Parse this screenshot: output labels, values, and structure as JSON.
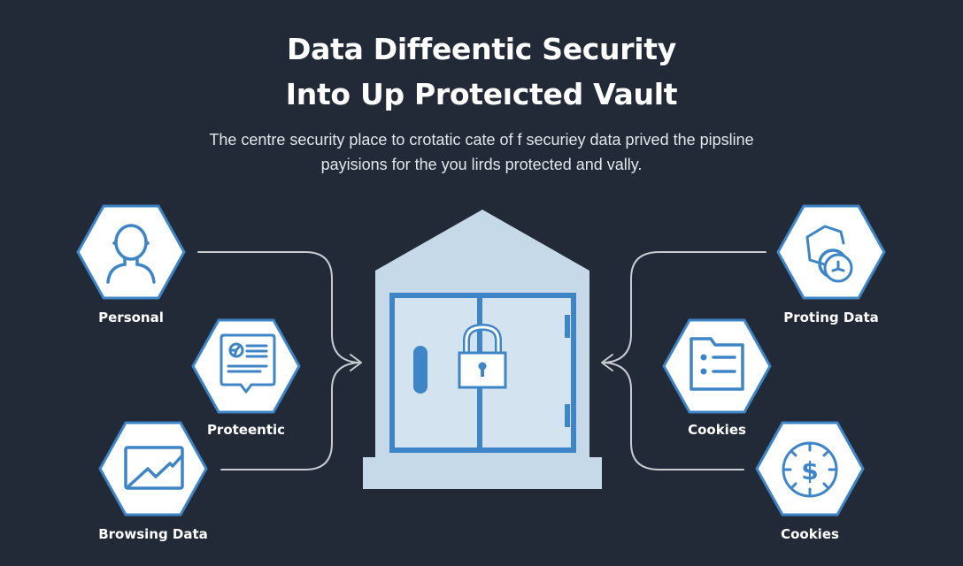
{
  "header": {
    "title_line1": "Data Diffeentic Security",
    "title_line2": "Into Up Proteıcted Vault",
    "subtitle_line1": "The centre security place to crotatic cate of f securiey data prived the pipsline",
    "subtitle_line2": "payisions for the you lirds protected and vally."
  },
  "left_nodes": [
    {
      "label": "Personal",
      "icon": "person-icon"
    },
    {
      "label": "Proteentic",
      "icon": "document-chat-icon"
    },
    {
      "label": "Browsing Data",
      "icon": "line-chart-icon"
    }
  ],
  "right_nodes": [
    {
      "label": "Proting Data",
      "icon": "hexagon-clock-icon"
    },
    {
      "label": "Cookies",
      "icon": "folder-list-icon"
    },
    {
      "label": "Cookies",
      "icon": "dollar-dial-icon"
    }
  ],
  "center": {
    "icon": "vault-building-icon",
    "lock_icon": "padlock-icon"
  },
  "colors": {
    "background": "#222a37",
    "accent_blue": "#3d85c6",
    "vault_fill": "#c6d9e8",
    "hex_fill": "#ffffff",
    "connector": "#c8ccd2",
    "text": "#ffffff"
  }
}
